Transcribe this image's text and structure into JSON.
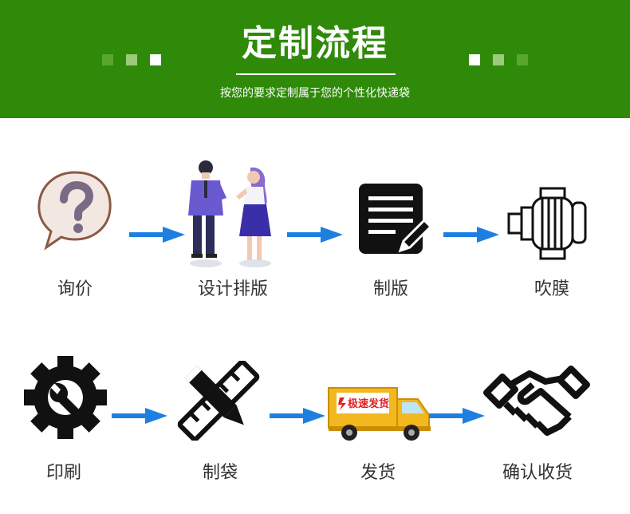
{
  "header": {
    "title": "定制流程",
    "subtitle": "按您的要求定制属于您的个性化快递袋",
    "background": "#2f8a0a"
  },
  "steps": [
    {
      "label": "询价",
      "icon": "question-bubble-icon"
    },
    {
      "label": "设计排版",
      "icon": "designers-illustration-icon"
    },
    {
      "label": "制版",
      "icon": "document-pen-icon"
    },
    {
      "label": "吹膜",
      "icon": "blown-film-machine-icon"
    },
    {
      "label": "印刷",
      "icon": "gear-wrench-icon"
    },
    {
      "label": "制袋",
      "icon": "pencil-ruler-icon"
    },
    {
      "label": "发货",
      "icon": "delivery-truck-icon",
      "badge": "极速发货"
    },
    {
      "label": "确认收货",
      "icon": "handshake-icon"
    }
  ],
  "colors": {
    "arrow": "#1e7fe0",
    "icon": "#111111"
  }
}
